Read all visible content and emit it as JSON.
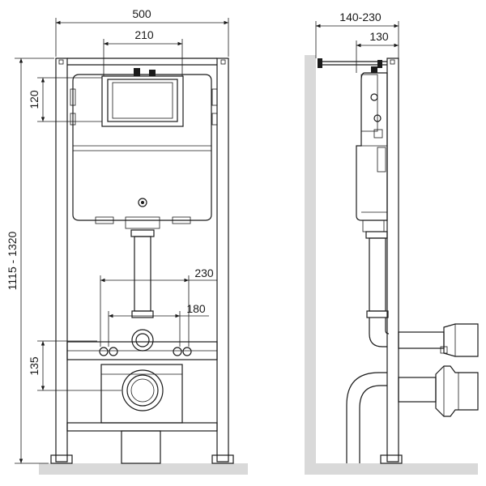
{
  "front_view": {
    "width_total": "500",
    "width_plate": "210",
    "height_plate": "120",
    "height_range": "1115 - 1320",
    "studs_outer": "230",
    "studs_inner": "180",
    "outlet_height": "135"
  },
  "side_view": {
    "depth_range": "140-230",
    "depth_fixed": "130"
  }
}
